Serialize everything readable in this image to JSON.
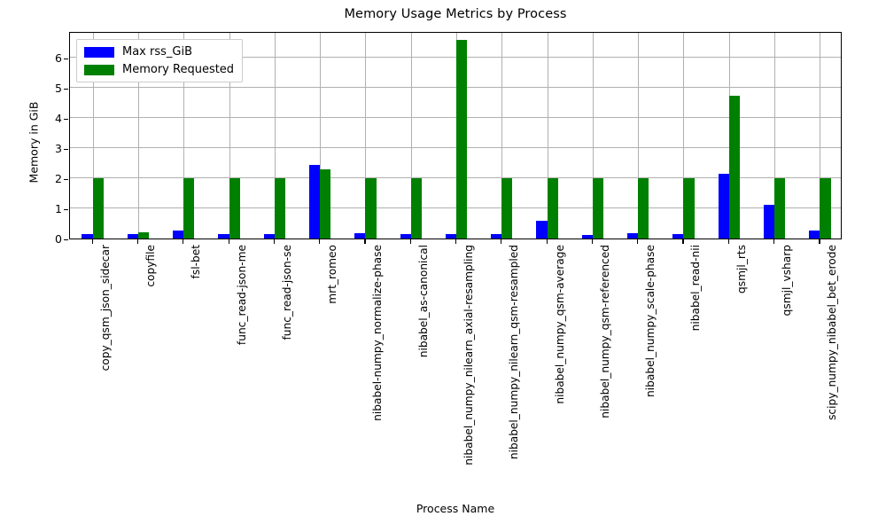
{
  "chart_data": {
    "type": "bar",
    "title": "Memory Usage Metrics by Process",
    "xlabel": "Process Name",
    "ylabel": "Memory in GiB",
    "ylim": [
      0,
      6.88
    ],
    "yticks": [
      0,
      1,
      2,
      3,
      4,
      5,
      6
    ],
    "grid": true,
    "legend_position": "upper left",
    "categories": [
      "copy_qsm_json_sidecar",
      "copyfile",
      "fsl-bet",
      "func_read-json-me",
      "func_read-json-se",
      "mrt_romeo",
      "nibabel-numpy_normalize-phase",
      "nibabel_as-canonical",
      "nibabel_numpy_nilearn_axial-resampling",
      "nibabel_numpy_nilearn_qsm-resampled",
      "nibabel_numpy_qsm-average",
      "nibabel_numpy_qsm-referenced",
      "nibabel_numpy_scale-phase",
      "nibabel_read-nii",
      "qsmjl_rts",
      "qsmjl_vsharp",
      "scipy_numpy_nibabel_bet_erode"
    ],
    "series": [
      {
        "name": "Max rss_GiB",
        "color": "#0000ff",
        "values": [
          0.15,
          0.15,
          0.27,
          0.15,
          0.15,
          2.44,
          0.18,
          0.15,
          0.14,
          0.16,
          0.6,
          0.13,
          0.18,
          0.15,
          2.14,
          1.13,
          0.26
        ]
      },
      {
        "name": "Memory Requested",
        "color": "#008000",
        "values": [
          2.0,
          0.22,
          2.0,
          2.0,
          2.0,
          2.28,
          2.0,
          2.0,
          6.6,
          2.0,
          2.0,
          2.0,
          2.0,
          2.0,
          4.72,
          2.0,
          2.0
        ]
      }
    ]
  },
  "legend": {
    "items": [
      {
        "label": "Max rss_GiB",
        "color": "#0000ff"
      },
      {
        "label": "Memory Requested",
        "color": "#008000"
      }
    ]
  }
}
